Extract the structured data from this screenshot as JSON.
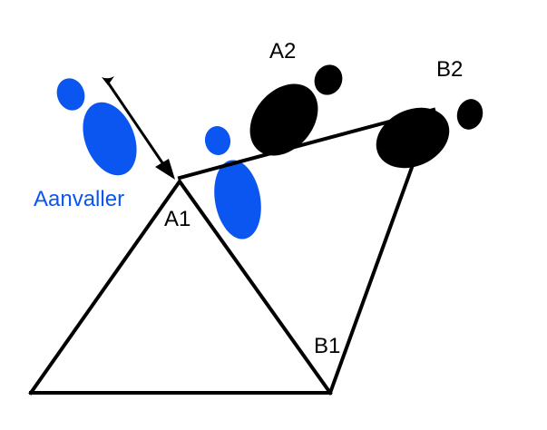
{
  "labels": {
    "attacker": "Aanvaller",
    "a1": "A1",
    "a2": "A2",
    "b1": "B1",
    "b2": "B2"
  },
  "colors": {
    "attacker": "#0b55f0",
    "defender": "#000000",
    "line": "#000000",
    "background": "#ffffff"
  },
  "icons": {
    "attacker_player": "blue-player-footprints",
    "defender_player": "black-player-footprints",
    "movement": "movement-arrow"
  }
}
